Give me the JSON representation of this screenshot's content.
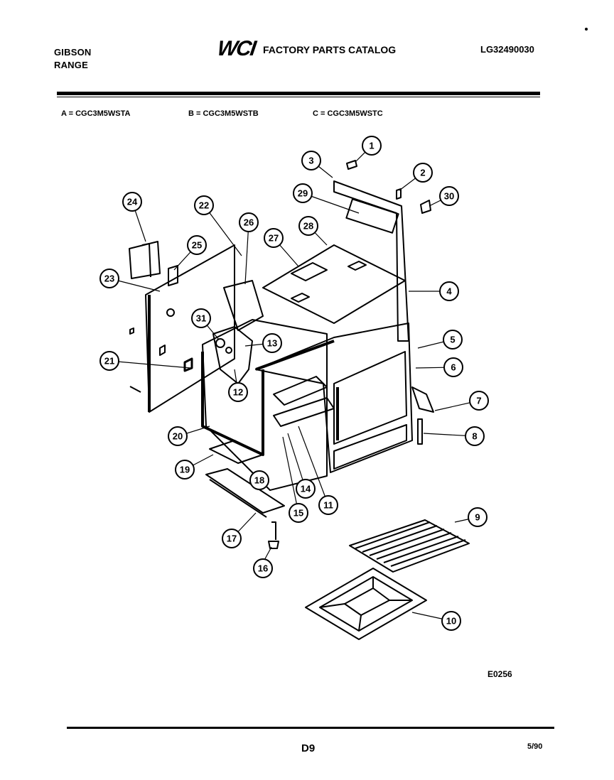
{
  "header": {
    "brand_line1": "GIBSON",
    "brand_line2": "RANGE",
    "logo": "WCI",
    "catalog_title": "FACTORY PARTS CATALOG",
    "part_number": "LG32490030"
  },
  "models": [
    {
      "text": "A = CGC3M5WSTA"
    },
    {
      "text": "B = CGC3M5WSTB"
    },
    {
      "text": "C = CGC3M5WSTC"
    }
  ],
  "callouts": [
    "1",
    "2",
    "3",
    "4",
    "5",
    "6",
    "7",
    "8",
    "9",
    "10",
    "11",
    "12",
    "13",
    "14",
    "15",
    "16",
    "17",
    "18",
    "19",
    "20",
    "21",
    "22",
    "23",
    "24",
    "25",
    "26",
    "27",
    "28",
    "29",
    "30",
    "31"
  ],
  "footer": {
    "drawing_code": "E0256",
    "page": "D9",
    "date": "5/90"
  }
}
